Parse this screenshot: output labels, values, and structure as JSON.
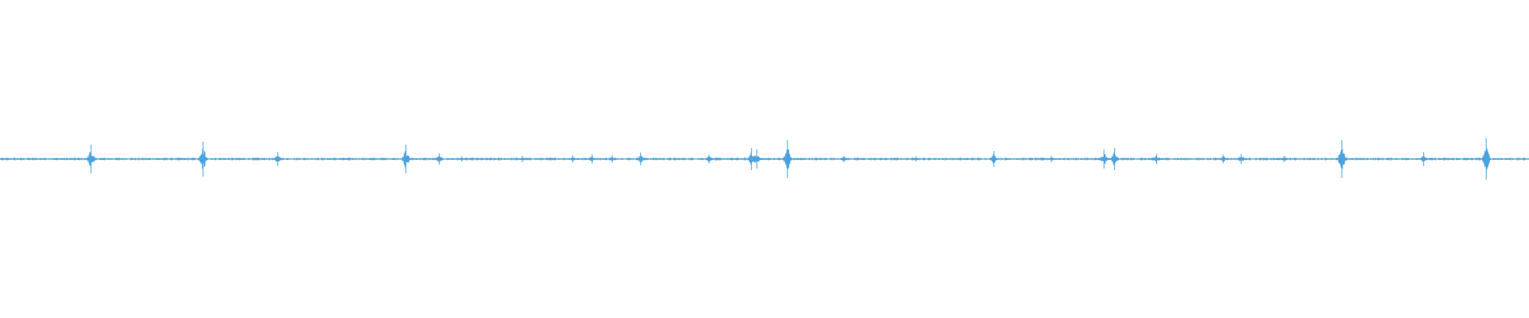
{
  "waveform": {
    "color": "#4aa3df",
    "duration_fraction_peaks": [
      {
        "t": 0.0595,
        "amp": 0.045
      },
      {
        "t": 0.1328,
        "amp": 0.055
      },
      {
        "t": 0.1817,
        "amp": 0.022
      },
      {
        "t": 0.2655,
        "amp": 0.045
      },
      {
        "t": 0.2872,
        "amp": 0.018
      },
      {
        "t": 0.302,
        "amp": 0.008
      },
      {
        "t": 0.3416,
        "amp": 0.01
      },
      {
        "t": 0.3745,
        "amp": 0.012
      },
      {
        "t": 0.3872,
        "amp": 0.014
      },
      {
        "t": 0.4004,
        "amp": 0.012
      },
      {
        "t": 0.419,
        "amp": 0.02
      },
      {
        "t": 0.4637,
        "amp": 0.014
      },
      {
        "t": 0.4915,
        "amp": 0.035
      },
      {
        "t": 0.495,
        "amp": 0.03
      },
      {
        "t": 0.515,
        "amp": 0.06
      },
      {
        "t": 0.552,
        "amp": 0.01
      },
      {
        "t": 0.599,
        "amp": 0.008
      },
      {
        "t": 0.65,
        "amp": 0.025
      },
      {
        "t": 0.6875,
        "amp": 0.01
      },
      {
        "t": 0.722,
        "amp": 0.03
      },
      {
        "t": 0.729,
        "amp": 0.035
      },
      {
        "t": 0.7565,
        "amp": 0.016
      },
      {
        "t": 0.8,
        "amp": 0.014
      },
      {
        "t": 0.8117,
        "amp": 0.016
      },
      {
        "t": 0.84,
        "amp": 0.01
      },
      {
        "t": 0.8776,
        "amp": 0.06
      },
      {
        "t": 0.9311,
        "amp": 0.022
      },
      {
        "t": 0.972,
        "amp": 0.065
      }
    ]
  }
}
